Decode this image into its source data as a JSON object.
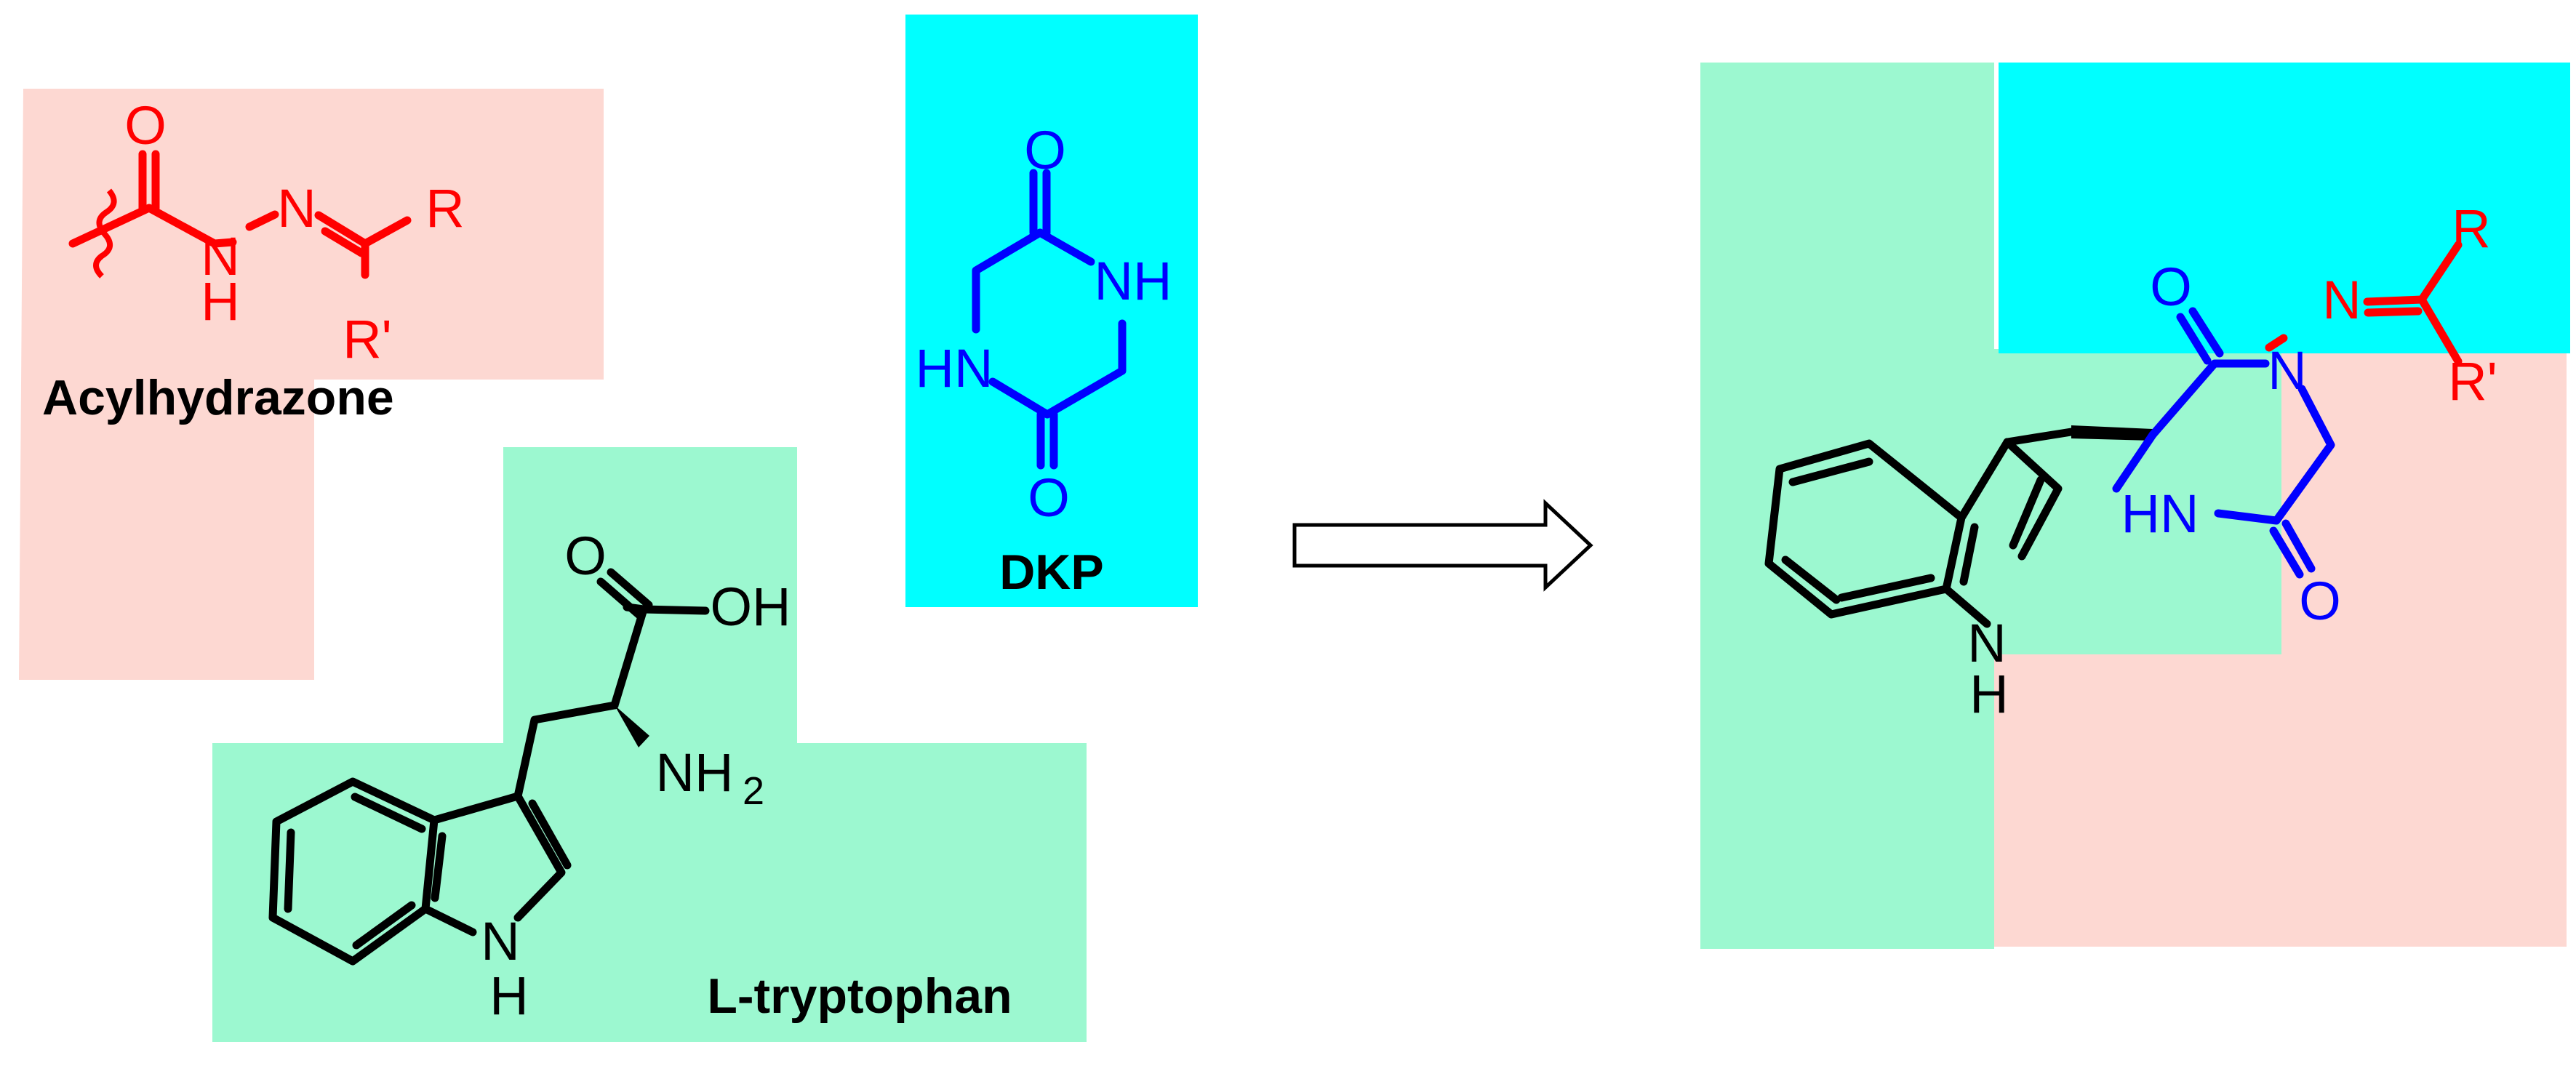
{
  "colors": {
    "acylhydrazone_bg": "#fdd8d2",
    "tryptophan_bg": "#9cf8d0",
    "dkp_bg": "#00ffff",
    "acylhydrazone_fg": "#ff0000",
    "dkp_fg": "#0000ff",
    "tryptophan_fg": "#000000"
  },
  "fragments": {
    "acylhydrazone": {
      "caption": "Acylhydrazone",
      "atoms": {
        "o": "O",
        "nh_n": "N",
        "nh_h": "H",
        "n": "N",
        "r": "R",
        "r_prime": "R'"
      }
    },
    "dkp": {
      "caption": "DKP",
      "atoms": {
        "o_top": "O",
        "nh_right": "NH",
        "hn_left": "HN",
        "o_bottom": "O"
      }
    },
    "tryptophan": {
      "caption": "L-tryptophan",
      "atoms": {
        "o": "O",
        "oh": "OH",
        "nh2": "NH",
        "nh2_sub": "2",
        "indole_n": "N",
        "indole_h": "H"
      }
    }
  },
  "product": {
    "atoms": {
      "o_top": "O",
      "n_ring": "N",
      "n_imine": "N",
      "r": "R",
      "r_prime": "R'",
      "hn": "HN",
      "o_bottom": "O",
      "indole_n": "N",
      "indole_h": "H"
    }
  },
  "arrow": {
    "icon": "hollow-right-arrow-icon"
  }
}
